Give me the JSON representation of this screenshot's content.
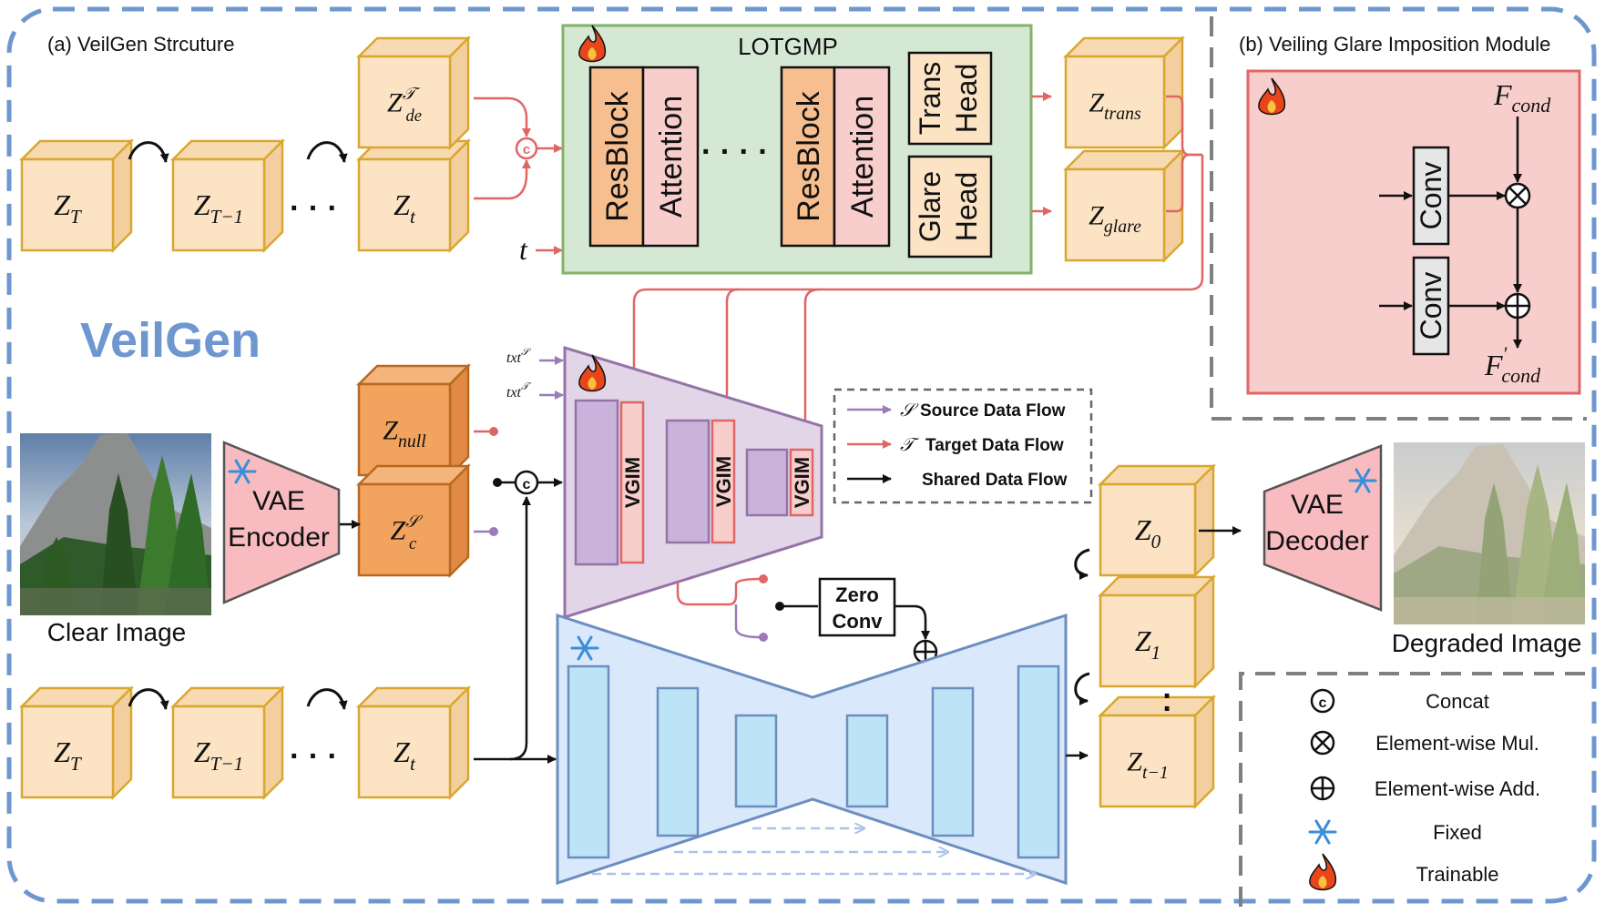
{
  "panels": {
    "structure_title": "(a) VeilGen Strcuture",
    "vgim_title": "(b) Veiling Glare Imposition Module",
    "brand": "VeilGen"
  },
  "latents": {
    "zT": {
      "base": "Z",
      "sub": "T"
    },
    "zT1": {
      "base": "Z",
      "sub": "T−1"
    },
    "zt": {
      "base": "Z",
      "sub": "t"
    },
    "zde": {
      "base": "Z",
      "sup": "𝒯",
      "sub": "de"
    },
    "znull": {
      "base": "Z",
      "sub": "null"
    },
    "zc": {
      "base": "Z",
      "sup": "𝒮",
      "sub": "c"
    },
    "ztrans": {
      "base": "Z",
      "sub": "trans"
    },
    "zglare": {
      "base": "Z",
      "sub": "glare"
    },
    "z0": {
      "base": "Z",
      "sub": "0"
    },
    "z1": {
      "base": "Z",
      "sub": "1"
    },
    "zt1": {
      "base": "Z",
      "sub": "t−1"
    }
  },
  "dots": "· · ·",
  "vdots": "·",
  "lotgmp": {
    "title": "LOTGMP",
    "resblock": "ResBlock",
    "attention": "Attention",
    "dots": "· · · ·",
    "trans_head": [
      "Trans",
      "Head"
    ],
    "glare_head": [
      "Glare",
      "Head"
    ],
    "t_input": "t"
  },
  "encoder": {
    "vgim": "VGIM",
    "txt_s": {
      "base": "txt",
      "sup": "𝒮"
    },
    "txt_t": {
      "base": "txt",
      "sup": "𝒯"
    }
  },
  "vae_encoder": [
    "VAE",
    "Encoder"
  ],
  "vae_decoder": [
    "VAE",
    "Decoder"
  ],
  "clear_image_label": "Clear Image",
  "degraded_image_label": "Degraded Image",
  "zero_conv": [
    "Zero",
    "Conv"
  ],
  "concat_symbol": "c",
  "flow_legend": {
    "source": {
      "symbol": "𝒮",
      "label": "Source Data Flow",
      "color": "#9b7bb8"
    },
    "target": {
      "symbol": "𝒯",
      "label": "Target Data Flow",
      "color": "#e06666"
    },
    "shared": {
      "label": "Shared Data Flow",
      "color": "#111111"
    }
  },
  "vgim_module": {
    "conv": "Conv",
    "f_cond": {
      "base": "F",
      "sub": "cond"
    },
    "f_cond_prime": {
      "base": "F",
      "sup": "′",
      "sub": "cond"
    }
  },
  "symbol_legend": [
    {
      "symbol": "concat",
      "label": "Concat"
    },
    {
      "symbol": "mul",
      "label": "Element-wise Mul."
    },
    {
      "symbol": "add",
      "label": "Element-wise Add."
    },
    {
      "symbol": "snowflake",
      "label": "Fixed"
    },
    {
      "symbol": "flame",
      "label": "Trainable"
    }
  ],
  "colors": {
    "dashed_border": "#6f97cf",
    "cube_face": "#fbe3c4",
    "cube_face_dark": "#f2a35e",
    "cube_edge": "#d9a72f",
    "lotgmp_bg": "#d5e8d4",
    "resblock": "#f7bf8f",
    "attention": "#f8cecc",
    "encoder_bg": "#e1d5e7",
    "unet_bg": "#dae8fc",
    "unet_block": "#bde4f6",
    "vae": "#f8bbbf",
    "vgim_bg": "#f8cecc",
    "target_arrow": "#e06666",
    "source_arrow": "#9b7bb8",
    "brand": "#6f97cf"
  }
}
